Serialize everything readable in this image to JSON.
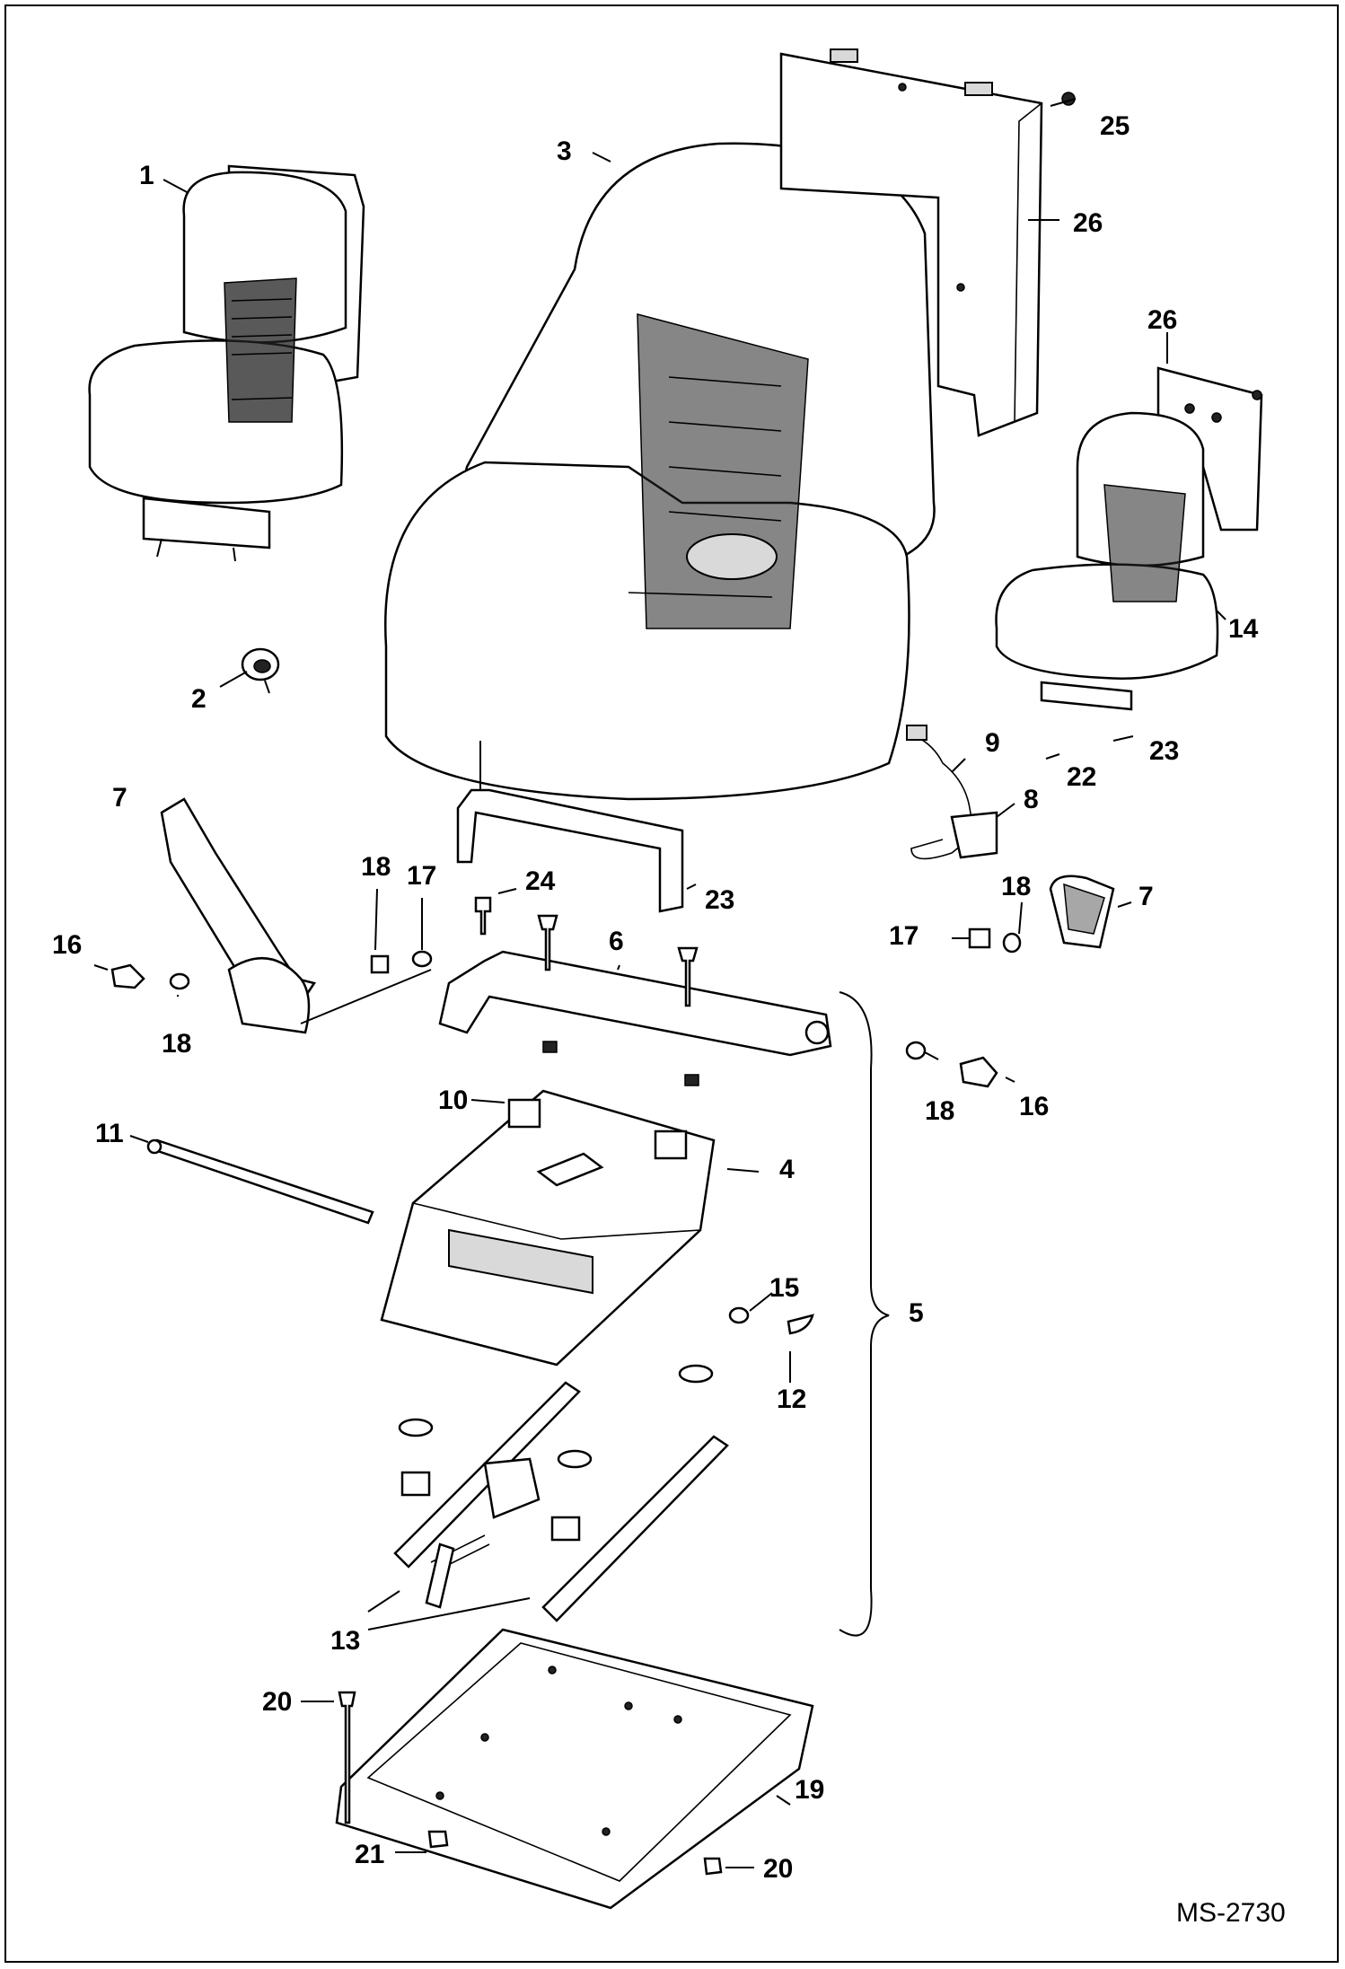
{
  "diagram": {
    "document_number": "MS-2730",
    "callouts": [
      {
        "id": "c1",
        "label": "1"
      },
      {
        "id": "c2",
        "label": "2"
      },
      {
        "id": "c3",
        "label": "3"
      },
      {
        "id": "c4",
        "label": "4"
      },
      {
        "id": "c5",
        "label": "5"
      },
      {
        "id": "c6",
        "label": "6"
      },
      {
        "id": "c7a",
        "label": "7"
      },
      {
        "id": "c7b",
        "label": "7"
      },
      {
        "id": "c8",
        "label": "8"
      },
      {
        "id": "c9",
        "label": "9"
      },
      {
        "id": "c10",
        "label": "10"
      },
      {
        "id": "c11",
        "label": "11"
      },
      {
        "id": "c12",
        "label": "12"
      },
      {
        "id": "c13",
        "label": "13"
      },
      {
        "id": "c14",
        "label": "14"
      },
      {
        "id": "c15",
        "label": "15"
      },
      {
        "id": "c16a",
        "label": "16"
      },
      {
        "id": "c16b",
        "label": "16"
      },
      {
        "id": "c17a",
        "label": "17"
      },
      {
        "id": "c17b",
        "label": "17"
      },
      {
        "id": "c18a",
        "label": "18"
      },
      {
        "id": "c18b",
        "label": "18"
      },
      {
        "id": "c18c",
        "label": "18"
      },
      {
        "id": "c18d",
        "label": "18"
      },
      {
        "id": "c19",
        "label": "19"
      },
      {
        "id": "c20a",
        "label": "20"
      },
      {
        "id": "c20b",
        "label": "20"
      },
      {
        "id": "c21",
        "label": "21"
      },
      {
        "id": "c22",
        "label": "22"
      },
      {
        "id": "c23a",
        "label": "23"
      },
      {
        "id": "c23b",
        "label": "23"
      },
      {
        "id": "c24",
        "label": "24"
      },
      {
        "id": "c25",
        "label": "25"
      },
      {
        "id": "c26a",
        "label": "26"
      },
      {
        "id": "c26b",
        "label": "26"
      }
    ]
  }
}
